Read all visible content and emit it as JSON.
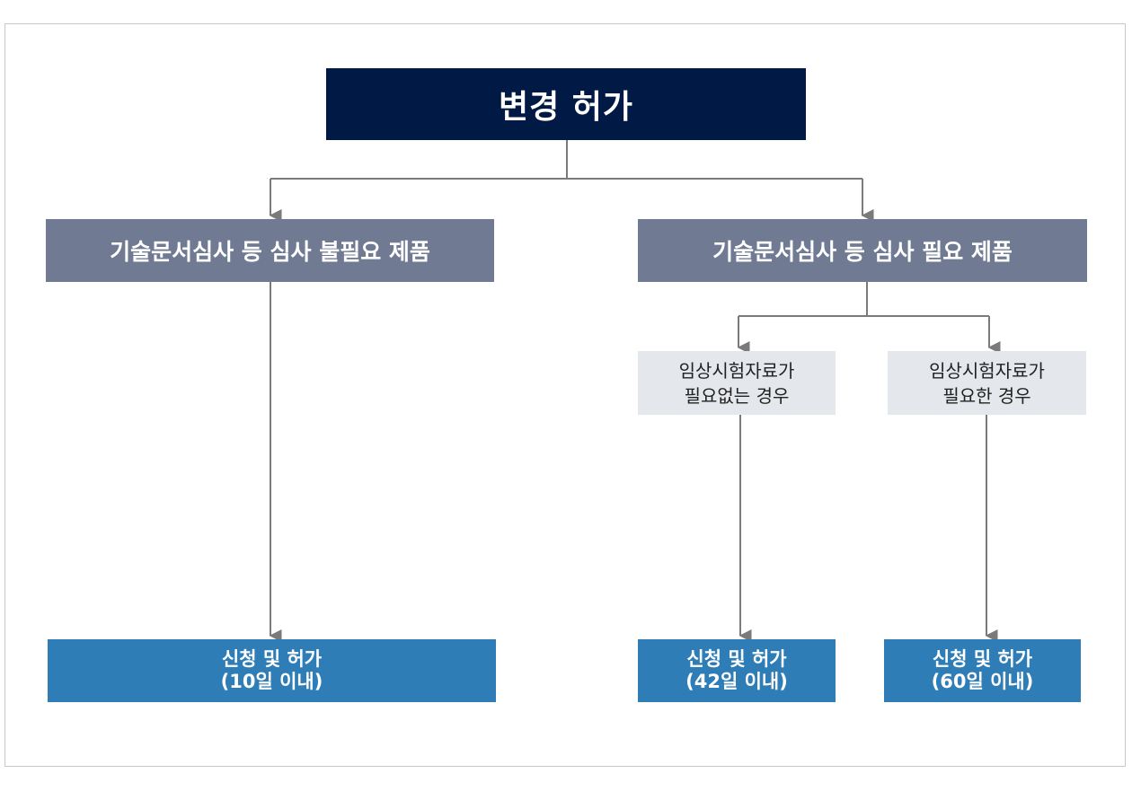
{
  "root": {
    "label": "변경 허가"
  },
  "branches": [
    {
      "label": "기술문서심사 등 심사 불필요 제품",
      "result": "신청 및 허가\n(10일 이내)"
    },
    {
      "label": "기술문서심사 등 심사 필요 제품",
      "conditions": [
        {
          "label": "임상시험자료가\n필요없는 경우",
          "result": "신청 및 허가\n(42일 이내)"
        },
        {
          "label": "임상시험자료가\n필요한 경우",
          "result": "신청 및 허가\n(60일 이내)"
        }
      ]
    }
  ],
  "colors": {
    "root": "#001a45",
    "category": "#707b93",
    "condition": "#e4e7eb",
    "result": "#2f7db7",
    "connector": "#7a7a7a"
  }
}
